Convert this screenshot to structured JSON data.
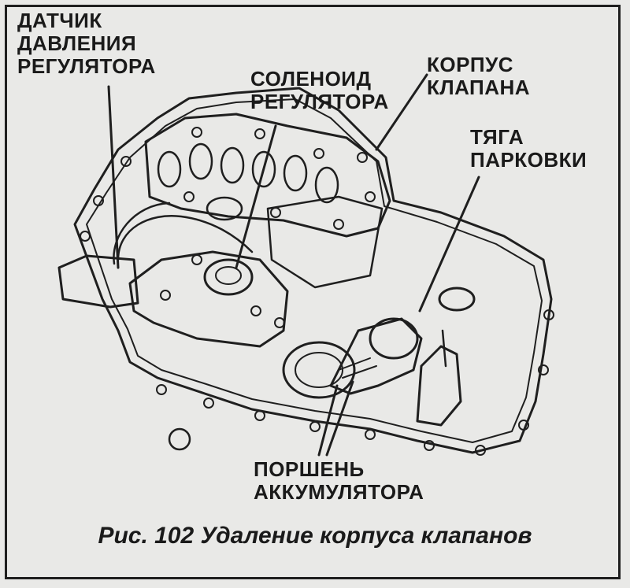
{
  "labels": {
    "pressure_sensor": [
      "ДАТЧИК",
      "ДАВЛЕНИЯ",
      "РЕГУЛЯТОРА"
    ],
    "regulator_solenoid": [
      "СОЛЕНОИД",
      "РЕГУЛЯТОРА"
    ],
    "valve_body": [
      "КОРПУС",
      "КЛАПАНА"
    ],
    "parking_rod": [
      "ТЯГА",
      "ПАРКОВКИ"
    ],
    "accumulator_piston": [
      "ПОРШЕНЬ",
      "АККУМУЛЯТОРА"
    ]
  },
  "caption": "Рис. 102 Удаление корпуса клапанов"
}
